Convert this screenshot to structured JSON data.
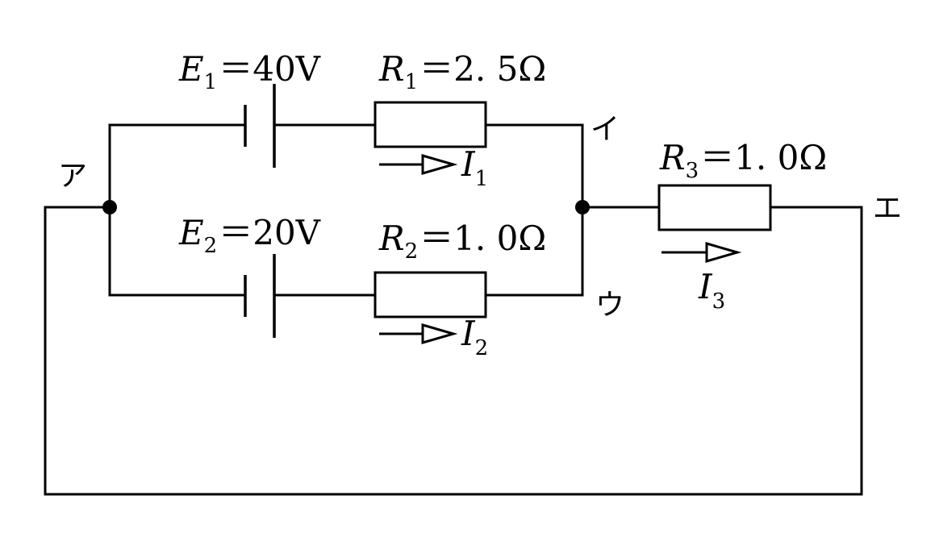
{
  "nodes": {
    "a": "ア",
    "i": "イ",
    "u": "ウ",
    "e": "エ"
  },
  "components": {
    "e1": {
      "symbol": "E",
      "sub": "1",
      "value": "＝40V"
    },
    "e2": {
      "symbol": "E",
      "sub": "2",
      "value": "＝20V"
    },
    "r1": {
      "symbol": "R",
      "sub": "1",
      "value": "＝2. 5Ω"
    },
    "r2": {
      "symbol": "R",
      "sub": "2",
      "value": "＝1. 0Ω"
    },
    "r3": {
      "symbol": "R",
      "sub": "3",
      "value": "＝1. 0Ω"
    }
  },
  "currents": {
    "i1": {
      "symbol": "I",
      "sub": "1"
    },
    "i2": {
      "symbol": "I",
      "sub": "2"
    },
    "i3": {
      "symbol": "I",
      "sub": "3"
    }
  }
}
